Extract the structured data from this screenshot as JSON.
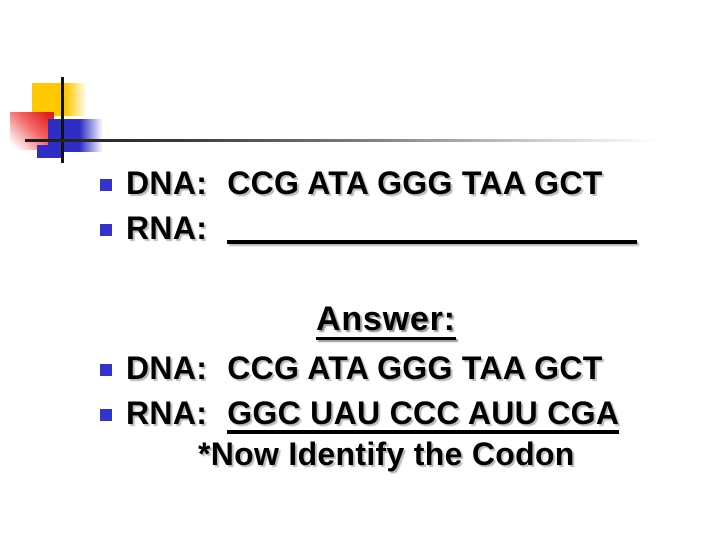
{
  "slide": {
    "colors": {
      "background": "#ffffff",
      "text": "#000000",
      "bullet_blue": "#3333cc",
      "deco_yellow": "#ffc800",
      "deco_red": "#e02020",
      "deco_blue": "#2e2ec4",
      "deco_line": "#111111"
    },
    "question_block": {
      "dna": {
        "label": "DNA:",
        "sequence": "CCG ATA GGG TAA GCT"
      },
      "rna": {
        "label": "RNA:",
        "sequence": ""
      }
    },
    "answer_block": {
      "heading": "Answer:",
      "dna": {
        "label": "DNA:",
        "sequence": "CCG ATA GGG TAA GCT"
      },
      "rna": {
        "label": "RNA:",
        "sequence": "GGC UAU CCC AUU CGA"
      },
      "note": "*Now Identify the Codon"
    }
  }
}
